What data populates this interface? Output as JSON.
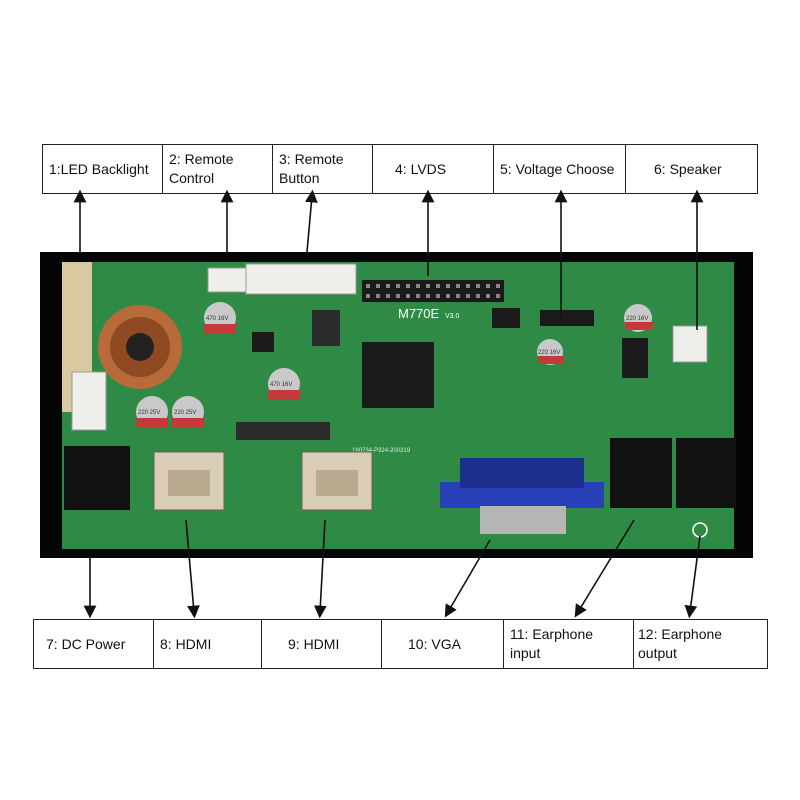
{
  "top_labels": [
    {
      "text": "1:LED Backlight"
    },
    {
      "text": "2: Remote Control"
    },
    {
      "text": "3: Remote Button"
    },
    {
      "text": "4: LVDS"
    },
    {
      "text": "5: Voltage Choose"
    },
    {
      "text": "6: Speaker"
    }
  ],
  "bottom_labels": [
    {
      "text": "7: DC Power"
    },
    {
      "text": "8: HDMI"
    },
    {
      "text": "9: HDMI"
    },
    {
      "text": "10: VGA"
    },
    {
      "text": "11: Earphone input"
    },
    {
      "text": "12: Earphone output"
    }
  ],
  "board": {
    "chip_text": "M770E",
    "chip_suffix": "V3.0",
    "pcb_code": "180734-P324-200319",
    "cap_labels": [
      "220 25V",
      "220 25V",
      "470 16V",
      "470 16V",
      "220 16V",
      "220 16V"
    ]
  },
  "colors": {
    "pcb": "#2f8a45",
    "pcb_dark": "#1d6a32",
    "frame": "#050505",
    "vga": "#2740b8"
  }
}
